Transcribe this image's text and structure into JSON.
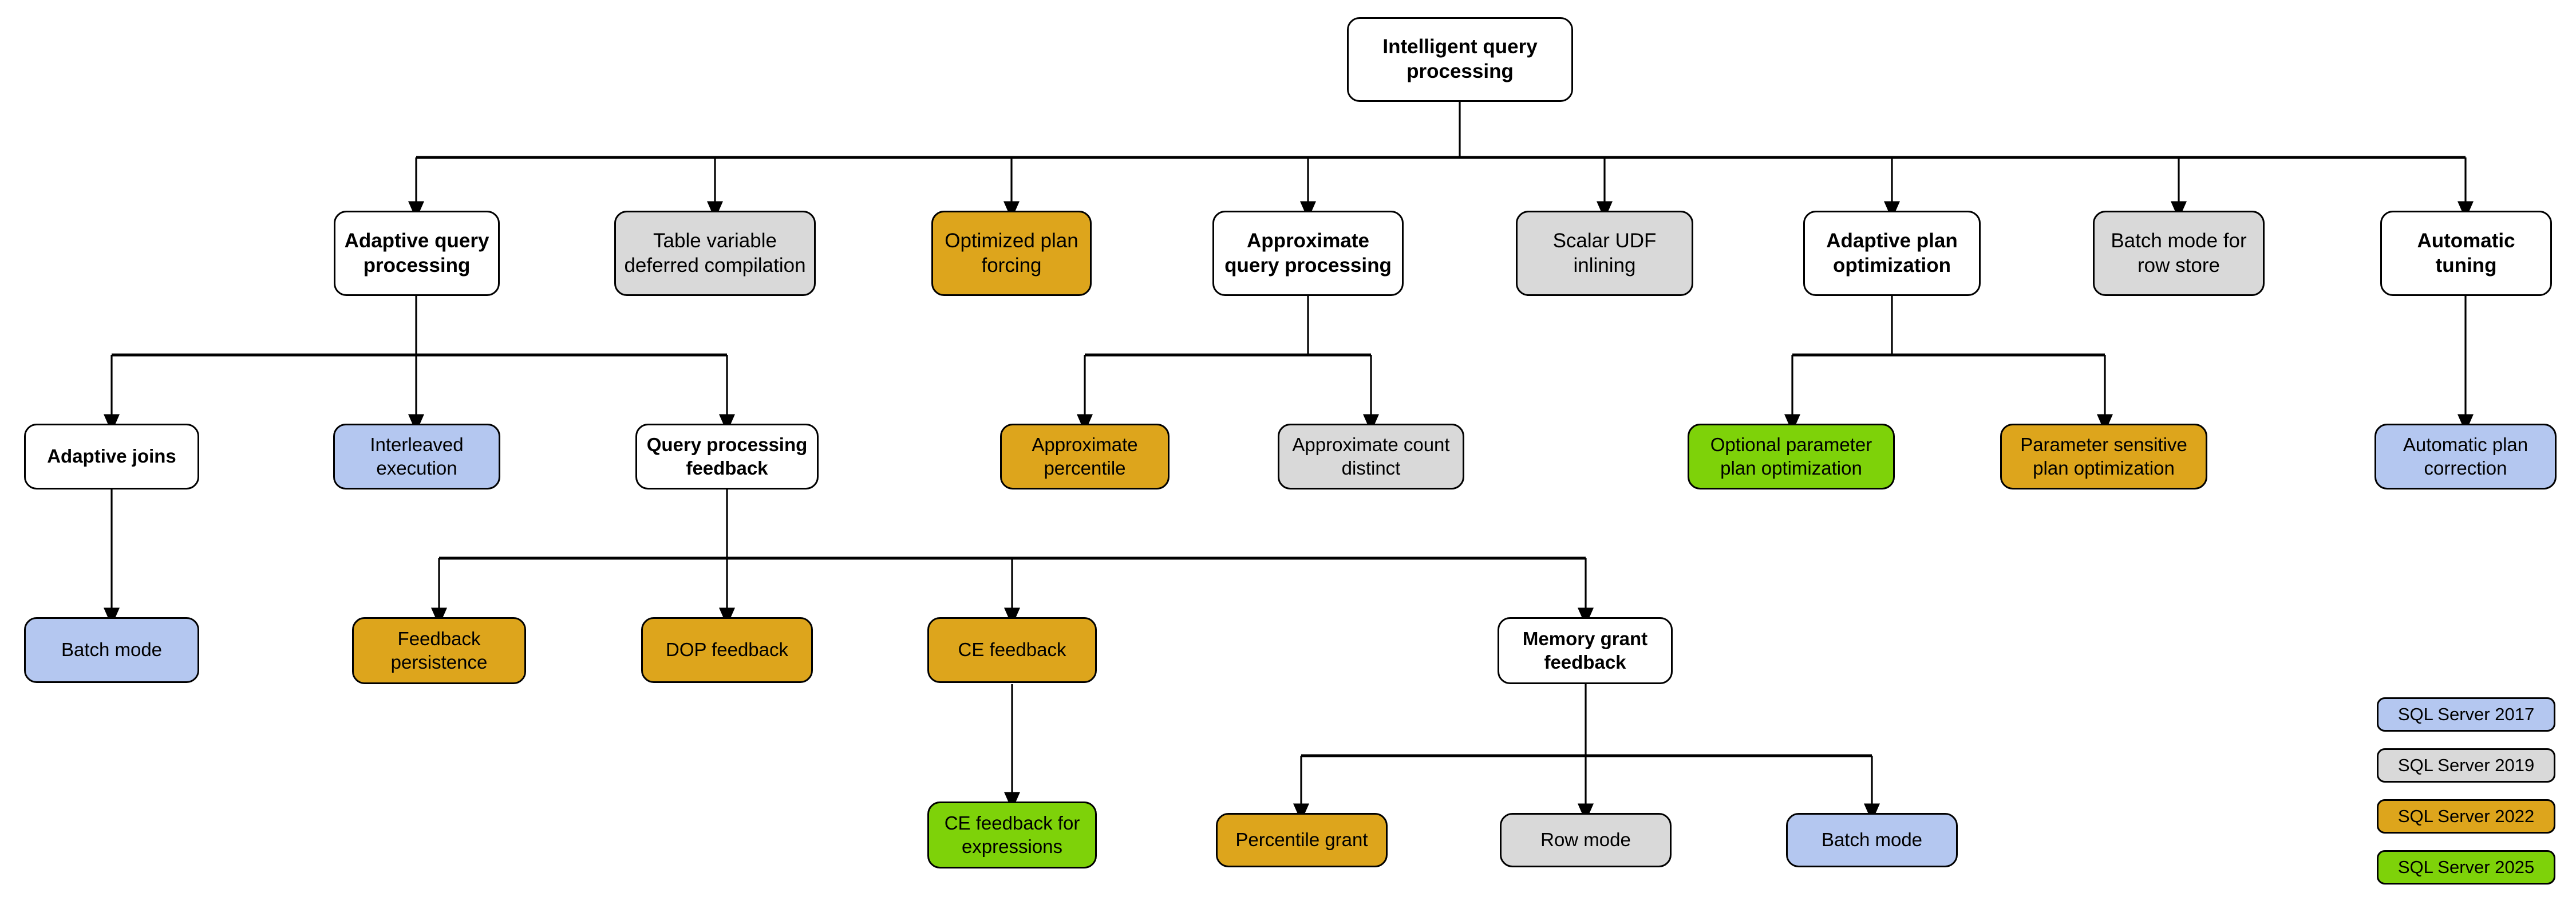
{
  "diagram": {
    "title": "Intelligent query processing",
    "colors": {
      "sql2017": "#b4c7f0",
      "sql2019": "#d9d9d9",
      "sql2022": "#dda51c",
      "sql2025": "#7ed209",
      "neutral": "#ffffff",
      "stroke": "#000000"
    }
  },
  "nodes": {
    "root": {
      "label": "Intelligent query processing",
      "release": "none"
    },
    "adaptive_query_processing": {
      "label": "Adaptive query processing",
      "release": "none"
    },
    "table_variable_deferred_compilation": {
      "label": "Table variable deferred compilation",
      "release": "sql2019"
    },
    "optimized_plan_forcing": {
      "label": "Optimized plan forcing",
      "release": "sql2022"
    },
    "approximate_query_processing": {
      "label": "Approximate query processing",
      "release": "none"
    },
    "scalar_udf_inlining": {
      "label": "Scalar UDF inlining",
      "release": "sql2019"
    },
    "adaptive_plan_optimization": {
      "label": "Adaptive plan optimization",
      "release": "none"
    },
    "batch_mode_for_row_store": {
      "label": "Batch mode for row store",
      "release": "sql2019"
    },
    "automatic_tuning": {
      "label": "Automatic tuning",
      "release": "none"
    },
    "adaptive_joins": {
      "label": "Adaptive joins",
      "release": "none"
    },
    "interleaved_execution": {
      "label": "Interleaved execution",
      "release": "sql2017"
    },
    "query_processing_feedback": {
      "label": "Query processing feedback",
      "release": "none"
    },
    "approximate_percentile": {
      "label": "Approximate percentile",
      "release": "sql2022"
    },
    "approximate_count_distinct": {
      "label": "Approximate count distinct",
      "release": "sql2019"
    },
    "optional_parameter_plan_optimization": {
      "label": "Optional parameter plan optimization",
      "release": "sql2025"
    },
    "parameter_sensitive_plan_optimization": {
      "label": "Parameter sensitive plan optimization",
      "release": "sql2022"
    },
    "automatic_plan_correction": {
      "label": "Automatic plan correction",
      "release": "sql2017"
    },
    "adaptive_joins_batch_mode": {
      "label": "Batch mode",
      "release": "sql2017"
    },
    "feedback_persistence": {
      "label": "Feedback persistence",
      "release": "sql2022"
    },
    "dop_feedback": {
      "label": "DOP feedback",
      "release": "sql2022"
    },
    "ce_feedback": {
      "label": "CE feedback",
      "release": "sql2022"
    },
    "memory_grant_feedback": {
      "label": "Memory grant feedback",
      "release": "none"
    },
    "ce_feedback_for_expressions": {
      "label": "CE feedback for expressions",
      "release": "sql2025"
    },
    "percentile_grant": {
      "label": "Percentile grant",
      "release": "sql2022"
    },
    "memory_grant_row_mode": {
      "label": "Row mode",
      "release": "sql2019"
    },
    "memory_grant_batch_mode": {
      "label": "Batch mode",
      "release": "sql2017"
    }
  },
  "legend": {
    "items": [
      {
        "label": "SQL Server 2017",
        "release": "sql2017"
      },
      {
        "label": "SQL Server 2019",
        "release": "sql2019"
      },
      {
        "label": "SQL Server 2022",
        "release": "sql2022"
      },
      {
        "label": "SQL Server 2025",
        "release": "sql2025"
      }
    ]
  }
}
